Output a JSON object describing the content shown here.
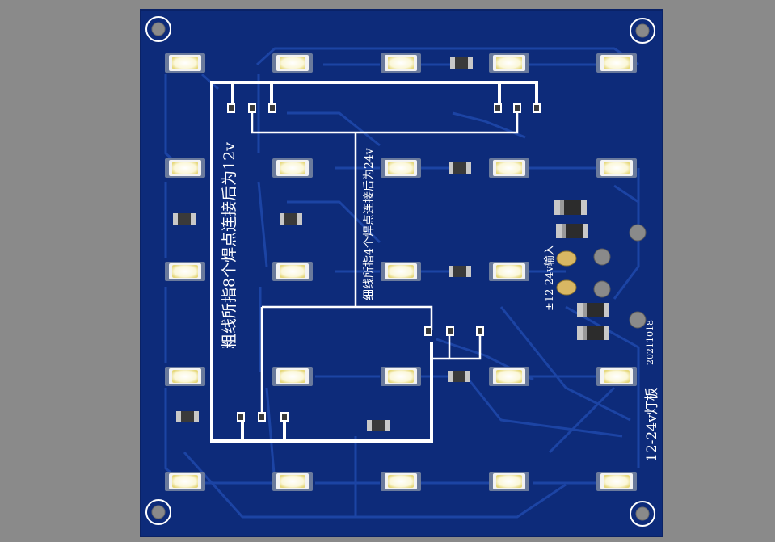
{
  "board": {
    "colors": {
      "background": "#8a8a8a",
      "board": "#0d2b7a",
      "board_edge": "#0a2266",
      "trace": "#1c44a4",
      "white_line": "#ffffff",
      "led_body": "#f3f3f3",
      "led_glow": "#fff6c0",
      "smd_pad": "#c8c8c8",
      "smd_body": "#3a3a3a",
      "gold_pad": "#d8b763"
    },
    "labels": {
      "thick_line_note": "粗线所指8个焊点连接后为12v",
      "thin_line_note": "细线所指4个焊点连接后为24v",
      "input_label": "±12-24v输入",
      "date_code": "20211018",
      "board_title": "12-24v灯板"
    }
  }
}
